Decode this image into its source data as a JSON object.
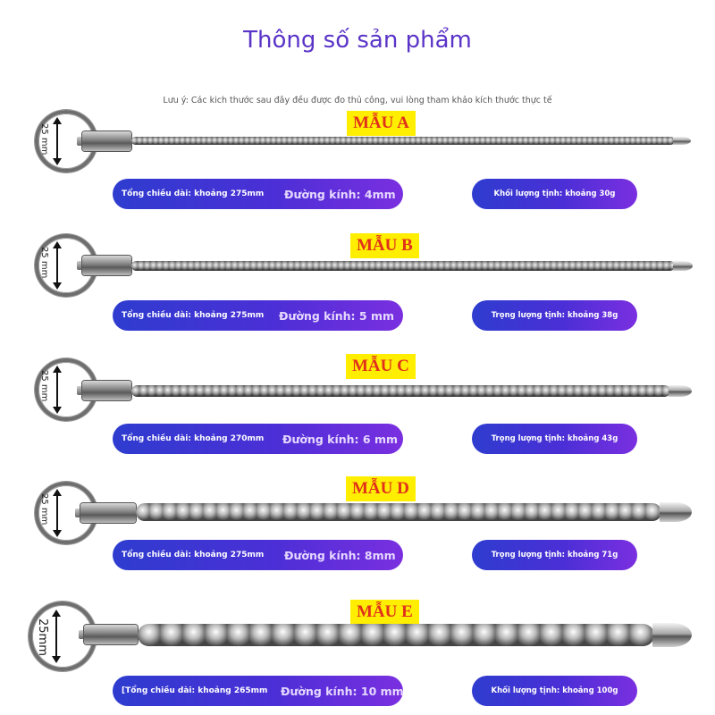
{
  "page": {
    "title": "Thông số sản phẩm",
    "note": "Lưu ý: Các kich thước sau đây đều được đo thủ công, vui lòng tham khảo kích thước thực tế"
  },
  "colors": {
    "title": "#5a34c8",
    "badge_bg": "#ffee00",
    "badge_text": "#e0301c",
    "pill_start": "#2e3ccf",
    "pill_end": "#7a2fe0"
  },
  "products": [
    {
      "label": "MẪU A",
      "ring_dimension": "25 mm",
      "length": "Tổng chiều dài: khoảng 275mm",
      "diameter": "Đường kính: 4mm",
      "weight": "Khối lượng tịnh: khoảng 30g"
    },
    {
      "label": "MẪU B",
      "ring_dimension": "25 mm",
      "length": "Tổng chiều dài: khoảng 275mm",
      "diameter": "Đường kính: 5 mm",
      "weight": "Trọng lượng tịnh: khoảng 38g"
    },
    {
      "label": "MẪU C",
      "ring_dimension": "25 mm",
      "length": "Tổng chiều dài: khoảng 270mm",
      "diameter": "Đường kính: 6 mm",
      "weight": "Trọng lượng tịnh: khoảng 43g"
    },
    {
      "label": "MẪU D",
      "ring_dimension": "25 mm",
      "length": "Tổng chiều dài: khoảng 275mm",
      "diameter": "Đường kính: 8mm",
      "weight": "Trọng lượng tịnh: khoảng 71g"
    },
    {
      "label": "MẪU E",
      "ring_dimension": "25mm",
      "length": "[Tổng chiều dài: khoảng 265mm",
      "diameter": "Đường kính: 10 mm",
      "weight": "Khối lượng tịnh: khoảng 100g"
    }
  ]
}
